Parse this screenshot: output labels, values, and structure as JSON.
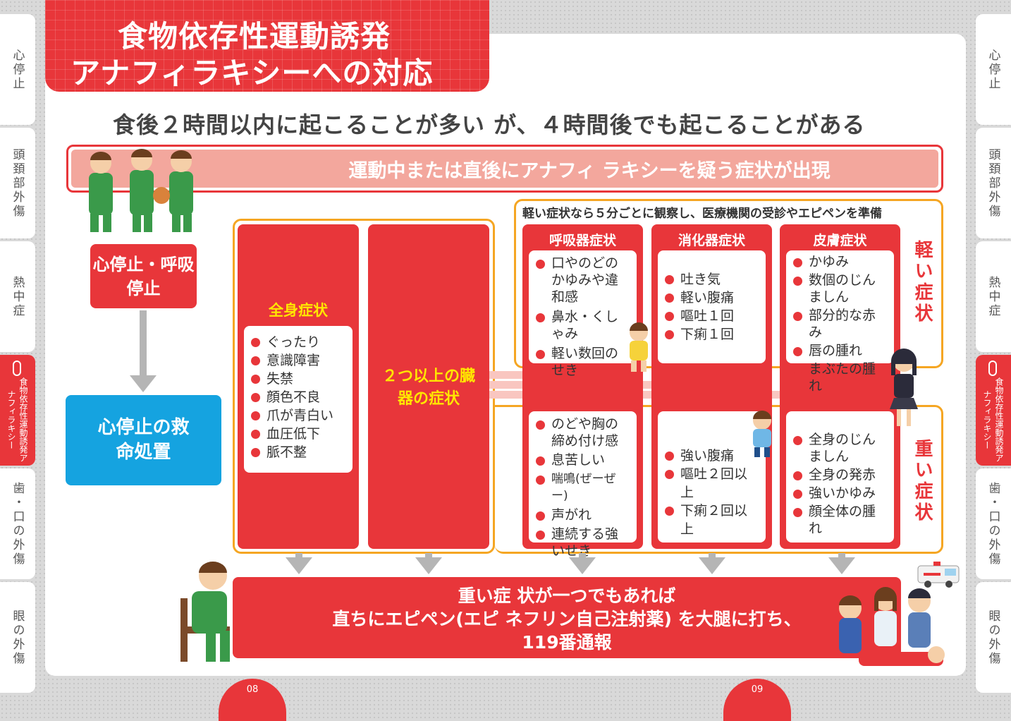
{
  "title": {
    "line1": "食物依存性運動誘発",
    "line2": "アナフィラキシーへの対応"
  },
  "subtitle": "食後２時間以内に起こることが多い が、４時間後でも起こることがある",
  "alert": "運動中または直後にアナフィ ラキシーを疑う症状が出現",
  "cardiac_arrest": "心停止・呼吸停止",
  "cardiac_treatment": "心停止の救命処置",
  "observe_note": "軽い症状なら５分ごとに観察し、医療機関の受診やエピペンを準備",
  "systemic": {
    "heading": "全身症状",
    "items": [
      "ぐったり",
      "意識障害",
      "失禁",
      "顔色不良",
      "爪が青白い",
      "血圧低下",
      "脈不整"
    ]
  },
  "multi_organ": "２つ以上の臓器の症状",
  "columns": [
    {
      "heading": "呼吸器症状",
      "mild": [
        "口やのどのかゆみや違和感",
        "鼻水・くしゃみ",
        "軽い数回のせき"
      ],
      "severe": [
        "のどや胸の締め付け感",
        "息苦しい",
        "喘鳴(ぜーぜー)",
        "声がれ",
        "連続する強いせき"
      ]
    },
    {
      "heading": "消化器症状",
      "mild": [
        "吐き気",
        "軽い腹痛",
        "嘔吐１回",
        "下痢１回"
      ],
      "severe": [
        "強い腹痛",
        "嘔吐２回以上",
        "下痢２回以上"
      ]
    },
    {
      "heading": "皮膚症状",
      "mild": [
        "かゆみ",
        "数個のじんましん",
        "部分的な赤み",
        "唇の腫れ",
        "まぶたの腫れ"
      ],
      "severe": [
        "全身のじんましん",
        "全身の発赤",
        "強いかゆみ",
        "顔全体の腫れ"
      ]
    }
  ],
  "mild_label": "軽い症状",
  "severe_label": "重い症状",
  "final": {
    "line1": "重い症 状が一つでもあれば",
    "line2": "直ちにエピペン(エピ ネフリン自己注射薬) を大腿に打ち、",
    "line3": "119番通報"
  },
  "pages": {
    "left": "08",
    "right": "09"
  },
  "tabs_left": [
    "心停止",
    "頭頚部外傷",
    "熱中症",
    "食物依存性運動誘発アナフィラキシー",
    "歯・口の外傷",
    "眼の外傷"
  ],
  "tabs_right": [
    "心停止",
    "頭頚部外傷",
    "熱中症",
    "食物依存性運動誘発アナフィラキシー",
    "歯・口の外傷",
    "眼の外傷"
  ],
  "colors": {
    "accent": "#e8363a",
    "blue": "#15a3e0",
    "orange": "#f5a623",
    "yellow": "#ffe600"
  }
}
